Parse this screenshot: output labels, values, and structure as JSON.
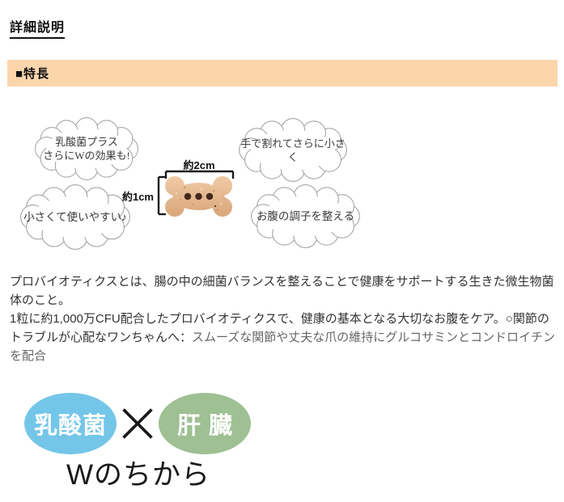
{
  "page": {
    "title": "詳細説明"
  },
  "section": {
    "features_heading": "■特長"
  },
  "features": {
    "bubbles": [
      {
        "text": "乳酸菌プラス\nさらにWの効果も!"
      },
      {
        "text": "小さくて使いやすい♪"
      },
      {
        "text": "手で割れてさらに小さく"
      },
      {
        "text": "お腹の調子を整える"
      }
    ],
    "treat": {
      "width_label": "約2cm",
      "height_label": "約1cm"
    }
  },
  "description": {
    "paragraph1": "プロバイオティクスとは、腸の中の細菌バランスを整えることで健康をサポートする生きた微生物菌体のこと。",
    "paragraph2_main": "1粒に約1,000万CFU配合したプロバイオティクスで、健康の基本となる大切なお腹をケア。○関節のトラブルが心配なワンちゃんへ：",
    "paragraph2_sub": "スムーズな関節や丈夫な爪の維持にグルコサミンとコンドロイチンを配合"
  },
  "wpower": {
    "left_label": "乳酸菌",
    "right_label": "肝臓",
    "caption": "Wのちから",
    "colors": {
      "left_ellipse": "#74C6E9",
      "right_ellipse": "#9EC093"
    }
  },
  "colors": {
    "section_bar_bg": "#FBD6AC",
    "cloud_outline": "#9B9B9B",
    "treat_tan": "#E2B089",
    "body_text": "#333333",
    "body_text_sub": "#666666"
  }
}
